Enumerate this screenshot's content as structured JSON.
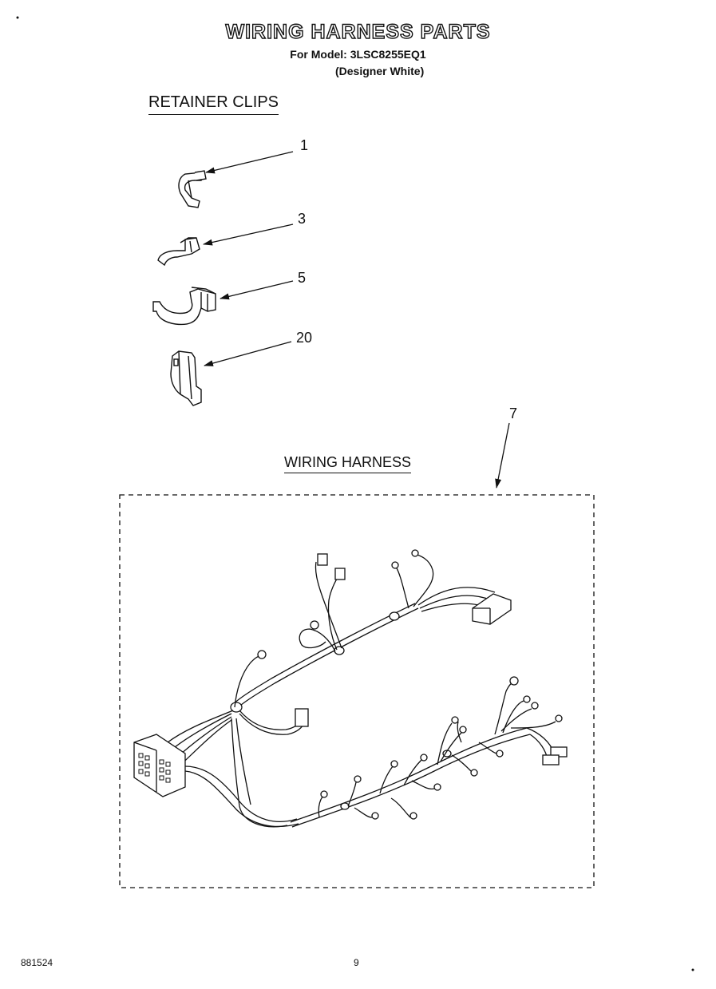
{
  "header": {
    "title": "WIRING HARNESS PARTS",
    "model_line": "For Model: 3LSC8255EQ1",
    "finish_line": "(Designer White)"
  },
  "sections": {
    "retainer_clips": "RETAINER CLIPS",
    "wiring_harness": "WIRING HARNESS"
  },
  "callouts": {
    "c1": "1",
    "c3": "3",
    "c5": "5",
    "c20": "20",
    "c7": "7"
  },
  "footer": {
    "doc_number": "881524",
    "page_number": "9"
  },
  "colors": {
    "ink": "#111111",
    "paper": "#ffffff"
  }
}
